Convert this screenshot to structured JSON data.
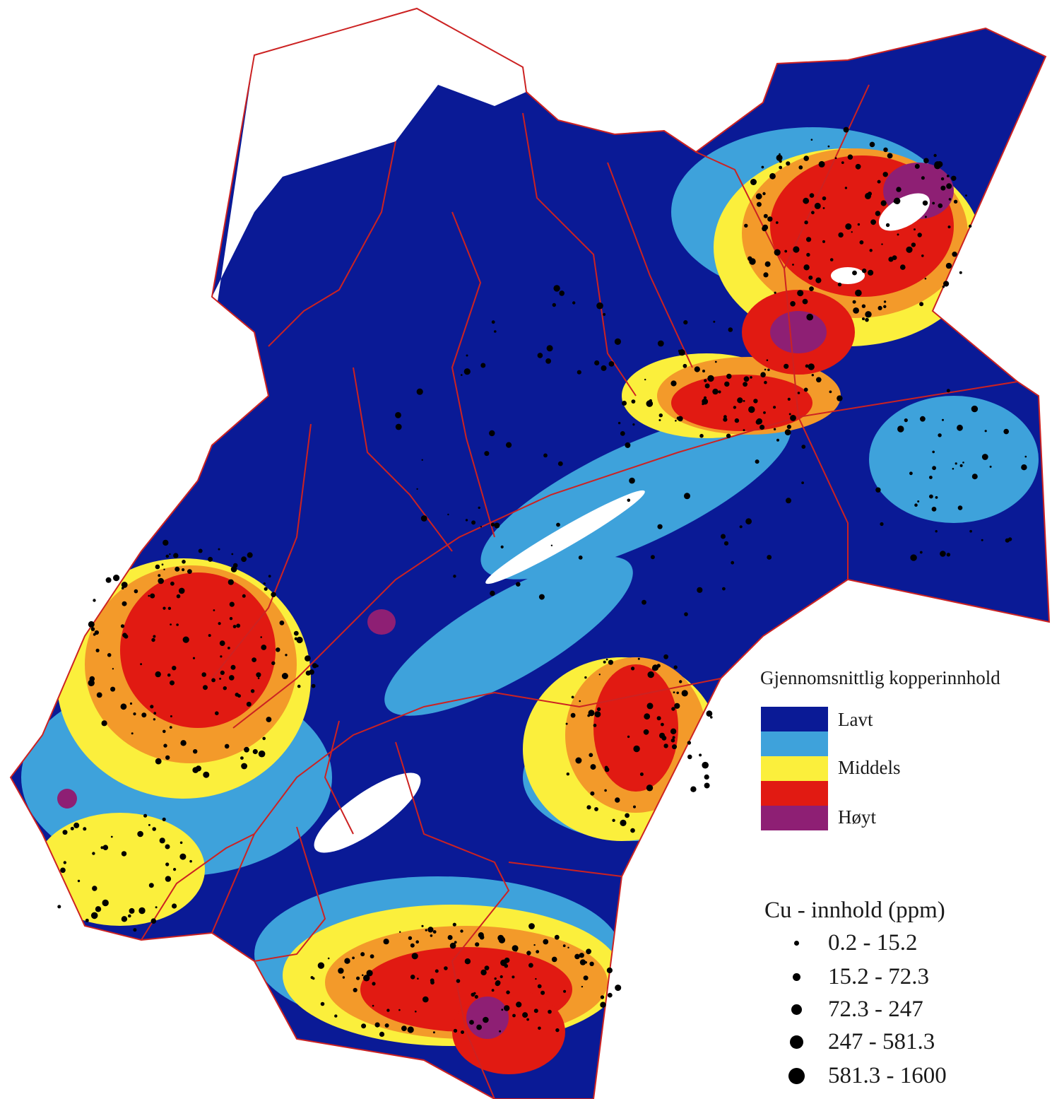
{
  "legend": {
    "title": "Gjennomsnittlig kopperinnhold",
    "classes": [
      {
        "label": "Lavt",
        "color": "#0a1a96"
      },
      {
        "label": "",
        "color": "#3ea2db"
      },
      {
        "label": "Middels",
        "color": "#fbef3c"
      },
      {
        "label": "",
        "color": "#e11a12"
      },
      {
        "label": "Høyt",
        "color": "#8e1f74"
      }
    ]
  },
  "cu_legend": {
    "title": "Cu - innhold  (ppm)",
    "ranges": [
      {
        "label": "0.2 - 15.2",
        "size_rank": 1
      },
      {
        "label": "15.2 - 72.3",
        "size_rank": 2
      },
      {
        "label": "72.3 - 247",
        "size_rank": 3
      },
      {
        "label": "247 - 581.3",
        "size_rank": 4
      },
      {
        "label": "581.3 - 1600",
        "size_rank": 5
      }
    ]
  },
  "colors": {
    "boundary": "#cc2222",
    "low": "#0a1a96",
    "low_mid": "#3ea2db",
    "mid": "#fbef3c",
    "orange": "#f39a2a",
    "mid_high": "#e11a12",
    "high": "#8e1f74",
    "sample_point": "#000000"
  }
}
